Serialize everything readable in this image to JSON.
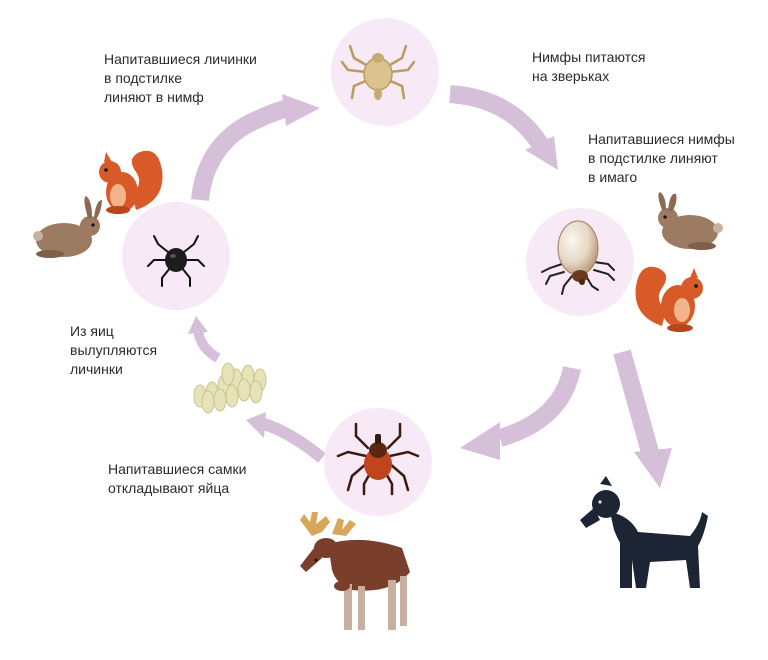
{
  "stages": {
    "larvae_molt": [
      "Напитавшиеся личинки",
      "в подстилке",
      "линяют в нимф"
    ],
    "nymphs_feed": [
      "Нимфы питаются",
      "на зверьках"
    ],
    "nymphs_molt": [
      "Напитавшиеся нимфы",
      "в подстилке линяют",
      "в имаго"
    ],
    "eggs_hatch": [
      "Из яиц",
      "вылупляются",
      "личинки"
    ],
    "females_lay": [
      "Напитавшиеся самки",
      "откладывают яйца"
    ]
  },
  "icons": [
    "nymph-tick-icon",
    "engorged-tick-icon",
    "adult-female-tick-icon",
    "larva-tick-icon",
    "eggs-icon",
    "squirrel-icon",
    "hare-icon",
    "elk-icon",
    "dog-icon"
  ],
  "colors": {
    "circle_fill": "#f8e9f7",
    "arrow": "#d6c0d9",
    "squirrel": "#d85a28",
    "hare": "#9c7b62",
    "elk": "#7a3f2a",
    "dog": "#1d2535",
    "nymph_tick": "#d9c38e",
    "adult_tick": "#c0441e",
    "engorged_tick": "#e8dac7",
    "larva_tick": "#1c1c1c",
    "eggs": "#e6e3b8"
  }
}
